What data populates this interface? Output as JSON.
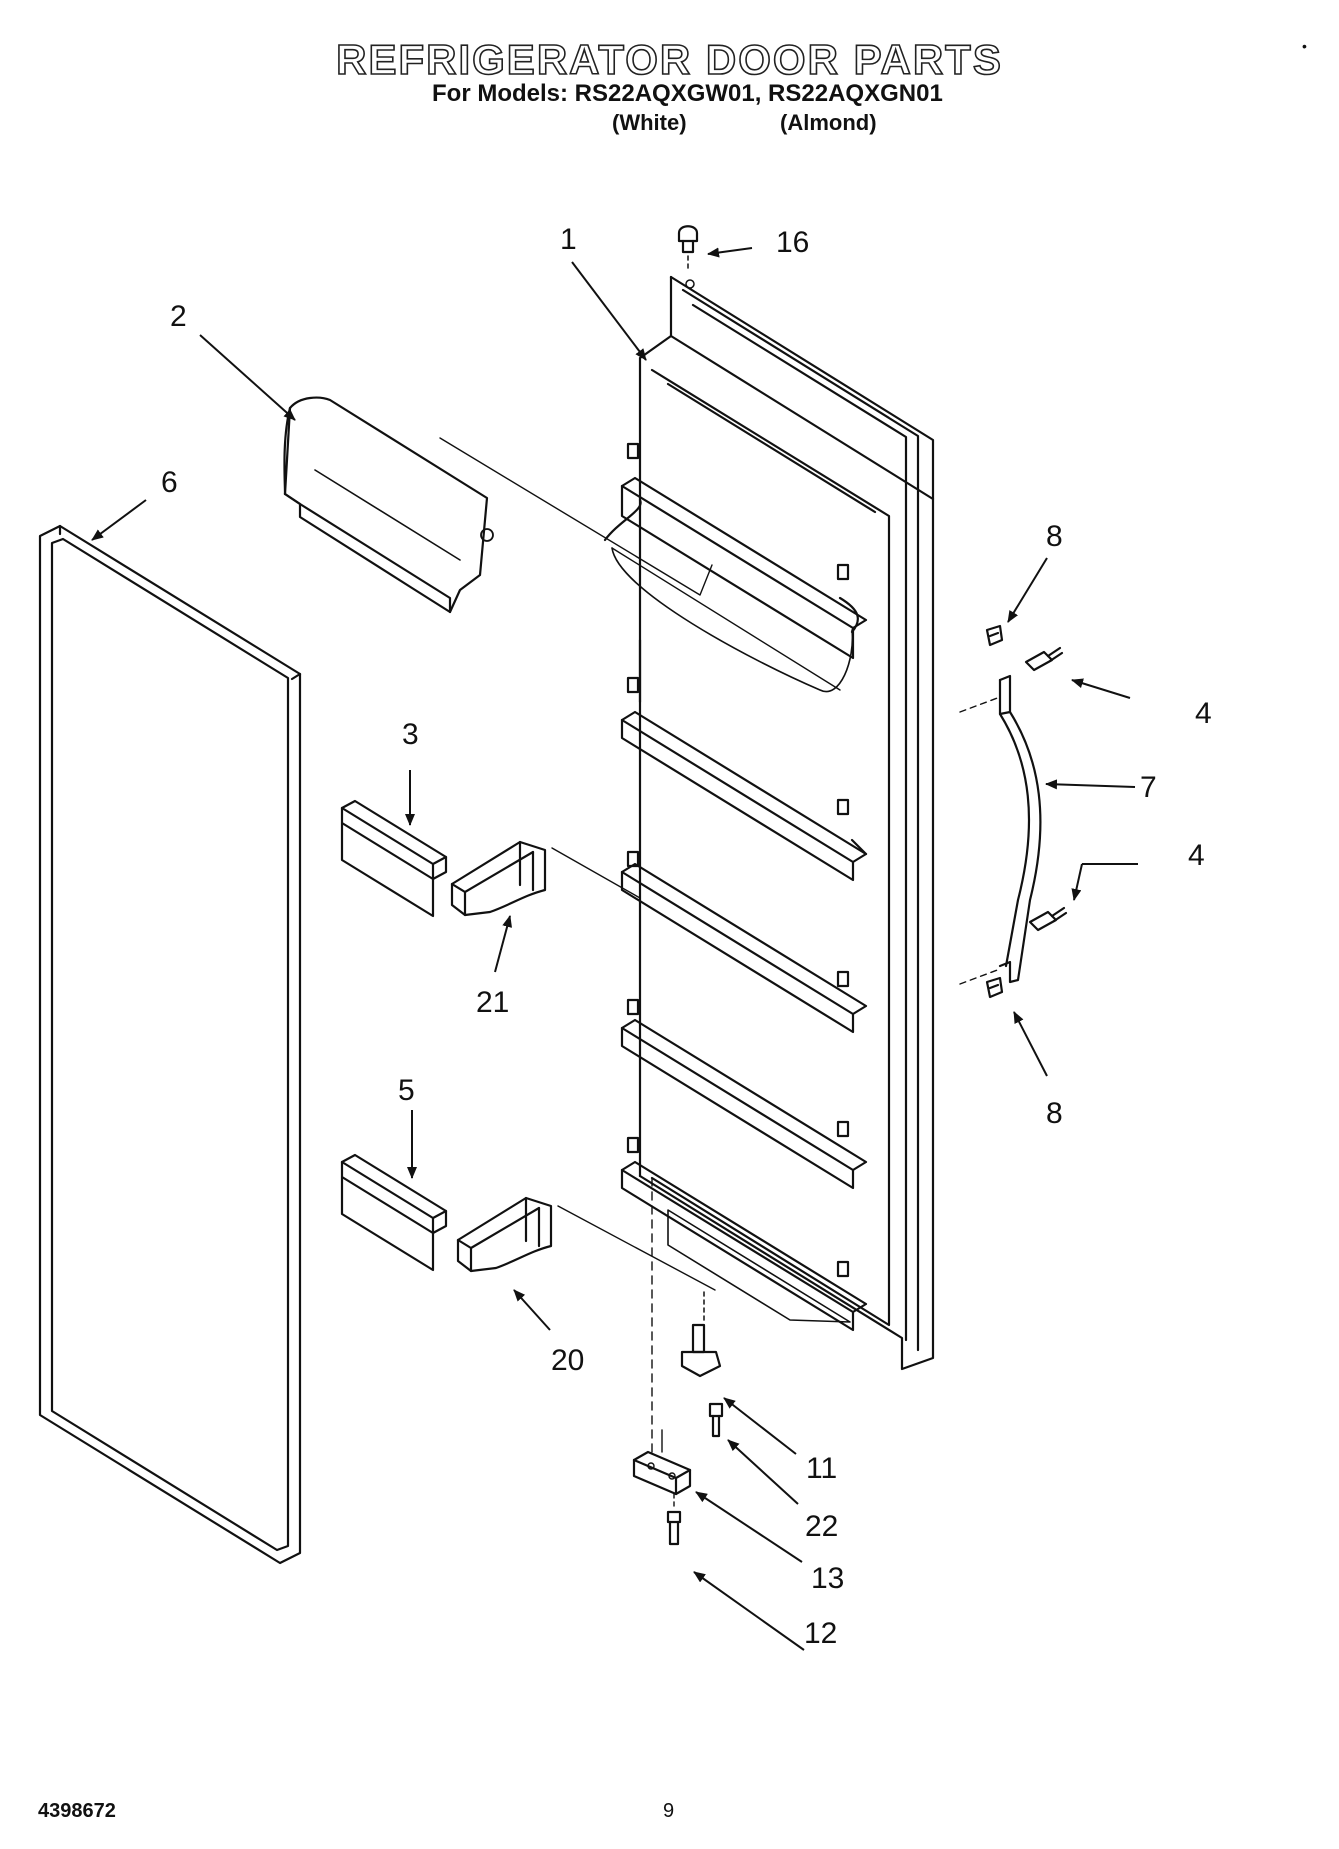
{
  "header": {
    "title": "REFRIGERATOR DOOR PARTS",
    "models_label": "For Models: RS22AQXGW01, RS22AQXGN01",
    "color_white": "(White)",
    "color_almond": "(Almond)"
  },
  "callouts": {
    "c1": "1",
    "c2": "2",
    "c3": "3",
    "c4a": "4",
    "c4b": "4",
    "c5": "5",
    "c6": "6",
    "c7": "7",
    "c8a": "8",
    "c8b": "8",
    "c11": "11",
    "c12": "12",
    "c13": "13",
    "c16": "16",
    "c20": "20",
    "c21": "21",
    "c22": "22"
  },
  "footer": {
    "doc_number": "4398672",
    "page_number": "9",
    "corner_mark": "•"
  }
}
